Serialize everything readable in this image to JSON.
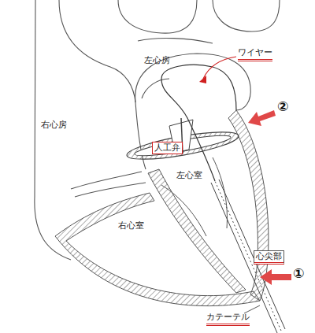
{
  "diagram": {
    "nodes": [
      {
        "text": [
          "人工弁"
        ]
      },
      {
        "text": [
          "心尖部"
        ]
      }
    ],
    "labels": [
      "左心房",
      "ワイヤー",
      "②",
      "右心房",
      "左心室",
      "右心室",
      "①",
      "カテーテル"
    ]
  }
}
